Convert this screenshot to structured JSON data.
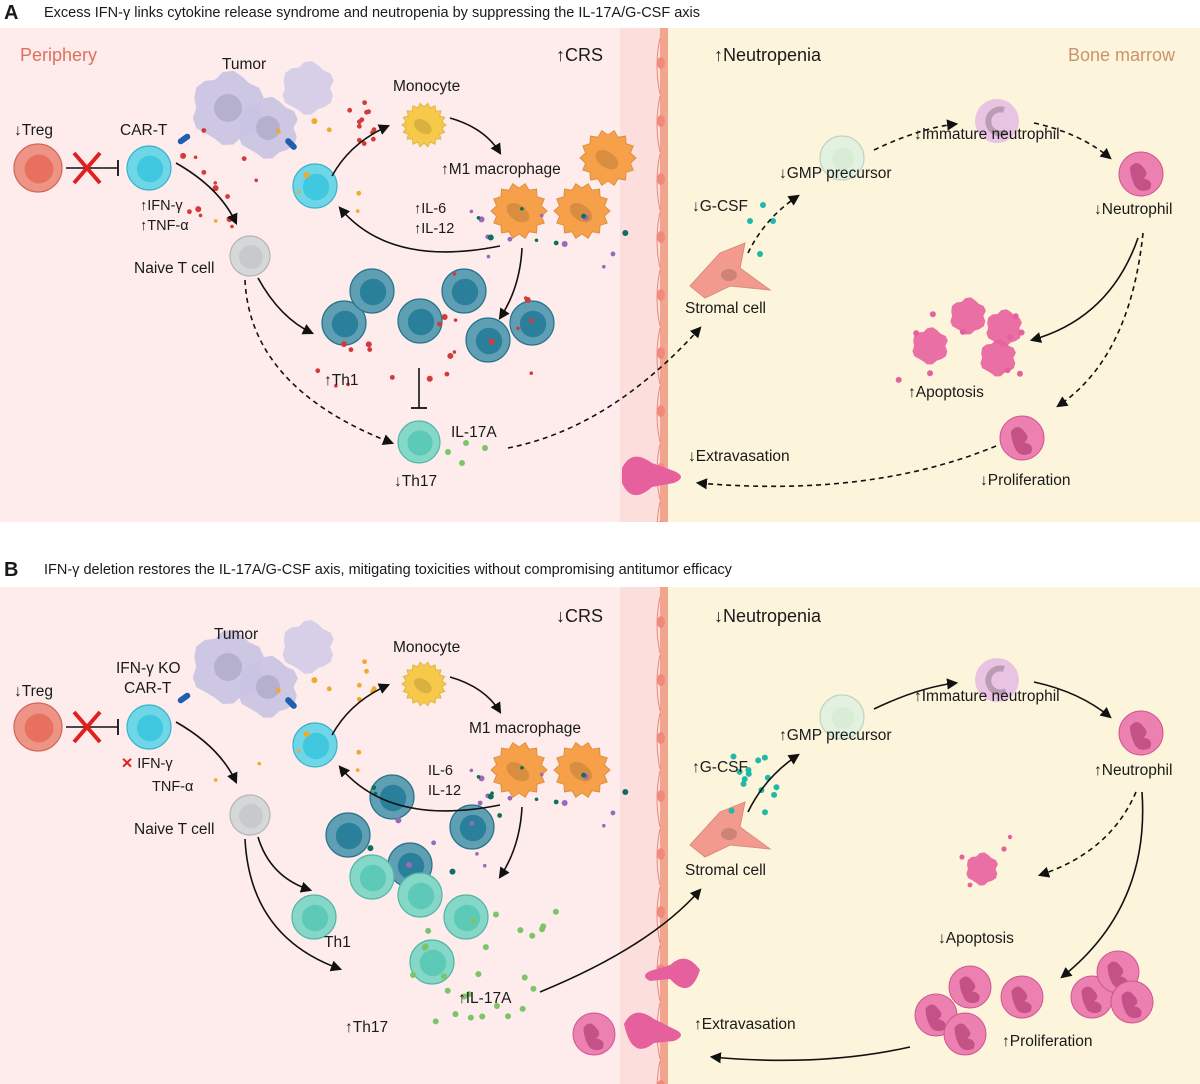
{
  "panels": [
    {
      "letter": "A",
      "title": "Excess IFN-γ links cytokine release syndrome and neutropenia by suppressing the IL-17A/G-CSF axis",
      "regions": {
        "left": "Periphery",
        "right": "Bone marrow"
      },
      "headlines": {
        "crs": "↑CRS",
        "neutropenia": "↑Neutropenia"
      },
      "labels": {
        "treg": "↓Treg",
        "cart_line1": "",
        "cart_line2": "CAR-T",
        "tumor": "Tumor",
        "monocyte": "Monocyte",
        "m1": "↑M1 macrophage",
        "ifng": "↑IFN-γ",
        "tnfa": "↑TNF-α",
        "il6": "↑IL-6",
        "il12": "↑IL-12",
        "naive": "Naive T cell",
        "th1": "↑Th1",
        "th17": "↓Th17",
        "il17a": "IL-17A",
        "gcsf": "↓G-CSF",
        "stromal": "Stromal cell",
        "gmp": "↓GMP precursor",
        "immature": "↓Immature neutrophil",
        "neutrophil": "↓Neutrophil",
        "apoptosis": "↑Apoptosis",
        "proliferation": "↓Proliferation",
        "extravasation": "↓Extravasation"
      },
      "ifng_knocked_out": false
    },
    {
      "letter": "B",
      "title": "IFN-γ deletion restores the IL-17A/G-CSF axis, mitigating toxicities without compromising antitumor efficacy",
      "regions": {
        "left": "",
        "right": ""
      },
      "headlines": {
        "crs": "↓CRS",
        "neutropenia": "↓Neutropenia"
      },
      "labels": {
        "treg": "↓Treg",
        "cart_line1": "IFN-γ KO",
        "cart_line2": "CAR-T",
        "tumor": "Tumor",
        "monocyte": "Monocyte",
        "m1": "M1 macrophage",
        "ifng": "IFN-γ",
        "ifng_mark": "✕",
        "tnfa": "TNF-α",
        "il6": "IL-6",
        "il12": "IL-12",
        "naive": "Naive T cell",
        "th1": "Th1",
        "th17": "↑Th17",
        "il17a": "↑IL-17A",
        "gcsf": "↑G-CSF",
        "stromal": "Stromal cell",
        "gmp": "↑GMP precursor",
        "immature": "↑Immature neutrophil",
        "neutrophil": "↑Neutrophil",
        "apoptosis": "↓Apoptosis",
        "proliferation": "↑Proliferation",
        "extravasation": "↑Extravasation"
      },
      "ifng_knocked_out": true
    }
  ],
  "colors": {
    "periphery_bg": "#fdeceb",
    "marrow_bg": "#fdf4dc",
    "vessel": "#f2a58e",
    "treg": "#e8705e",
    "cart": "#3fc8e0",
    "naive": "#c8c9cc",
    "tumor": "#c9c3e3",
    "monocyte": "#f6c94a",
    "macrophage": "#f6a04a",
    "th1": "#2a7f9a",
    "th17": "#5ccab6",
    "neutrophil": "#e7609e",
    "gmp": "#d9ecd6",
    "immature": "#e9c4e2",
    "stromal": "#f29a8e",
    "ifng_dot": "#d43a3a",
    "tnfa_dot": "#f0a92a",
    "il6_dot": "#9a6ab8",
    "il12_dot": "#0f6e5e",
    "il17a_dot": "#7cc46a",
    "gcsf_dot": "#20b8a8",
    "inhibit_x": "#e02020"
  }
}
